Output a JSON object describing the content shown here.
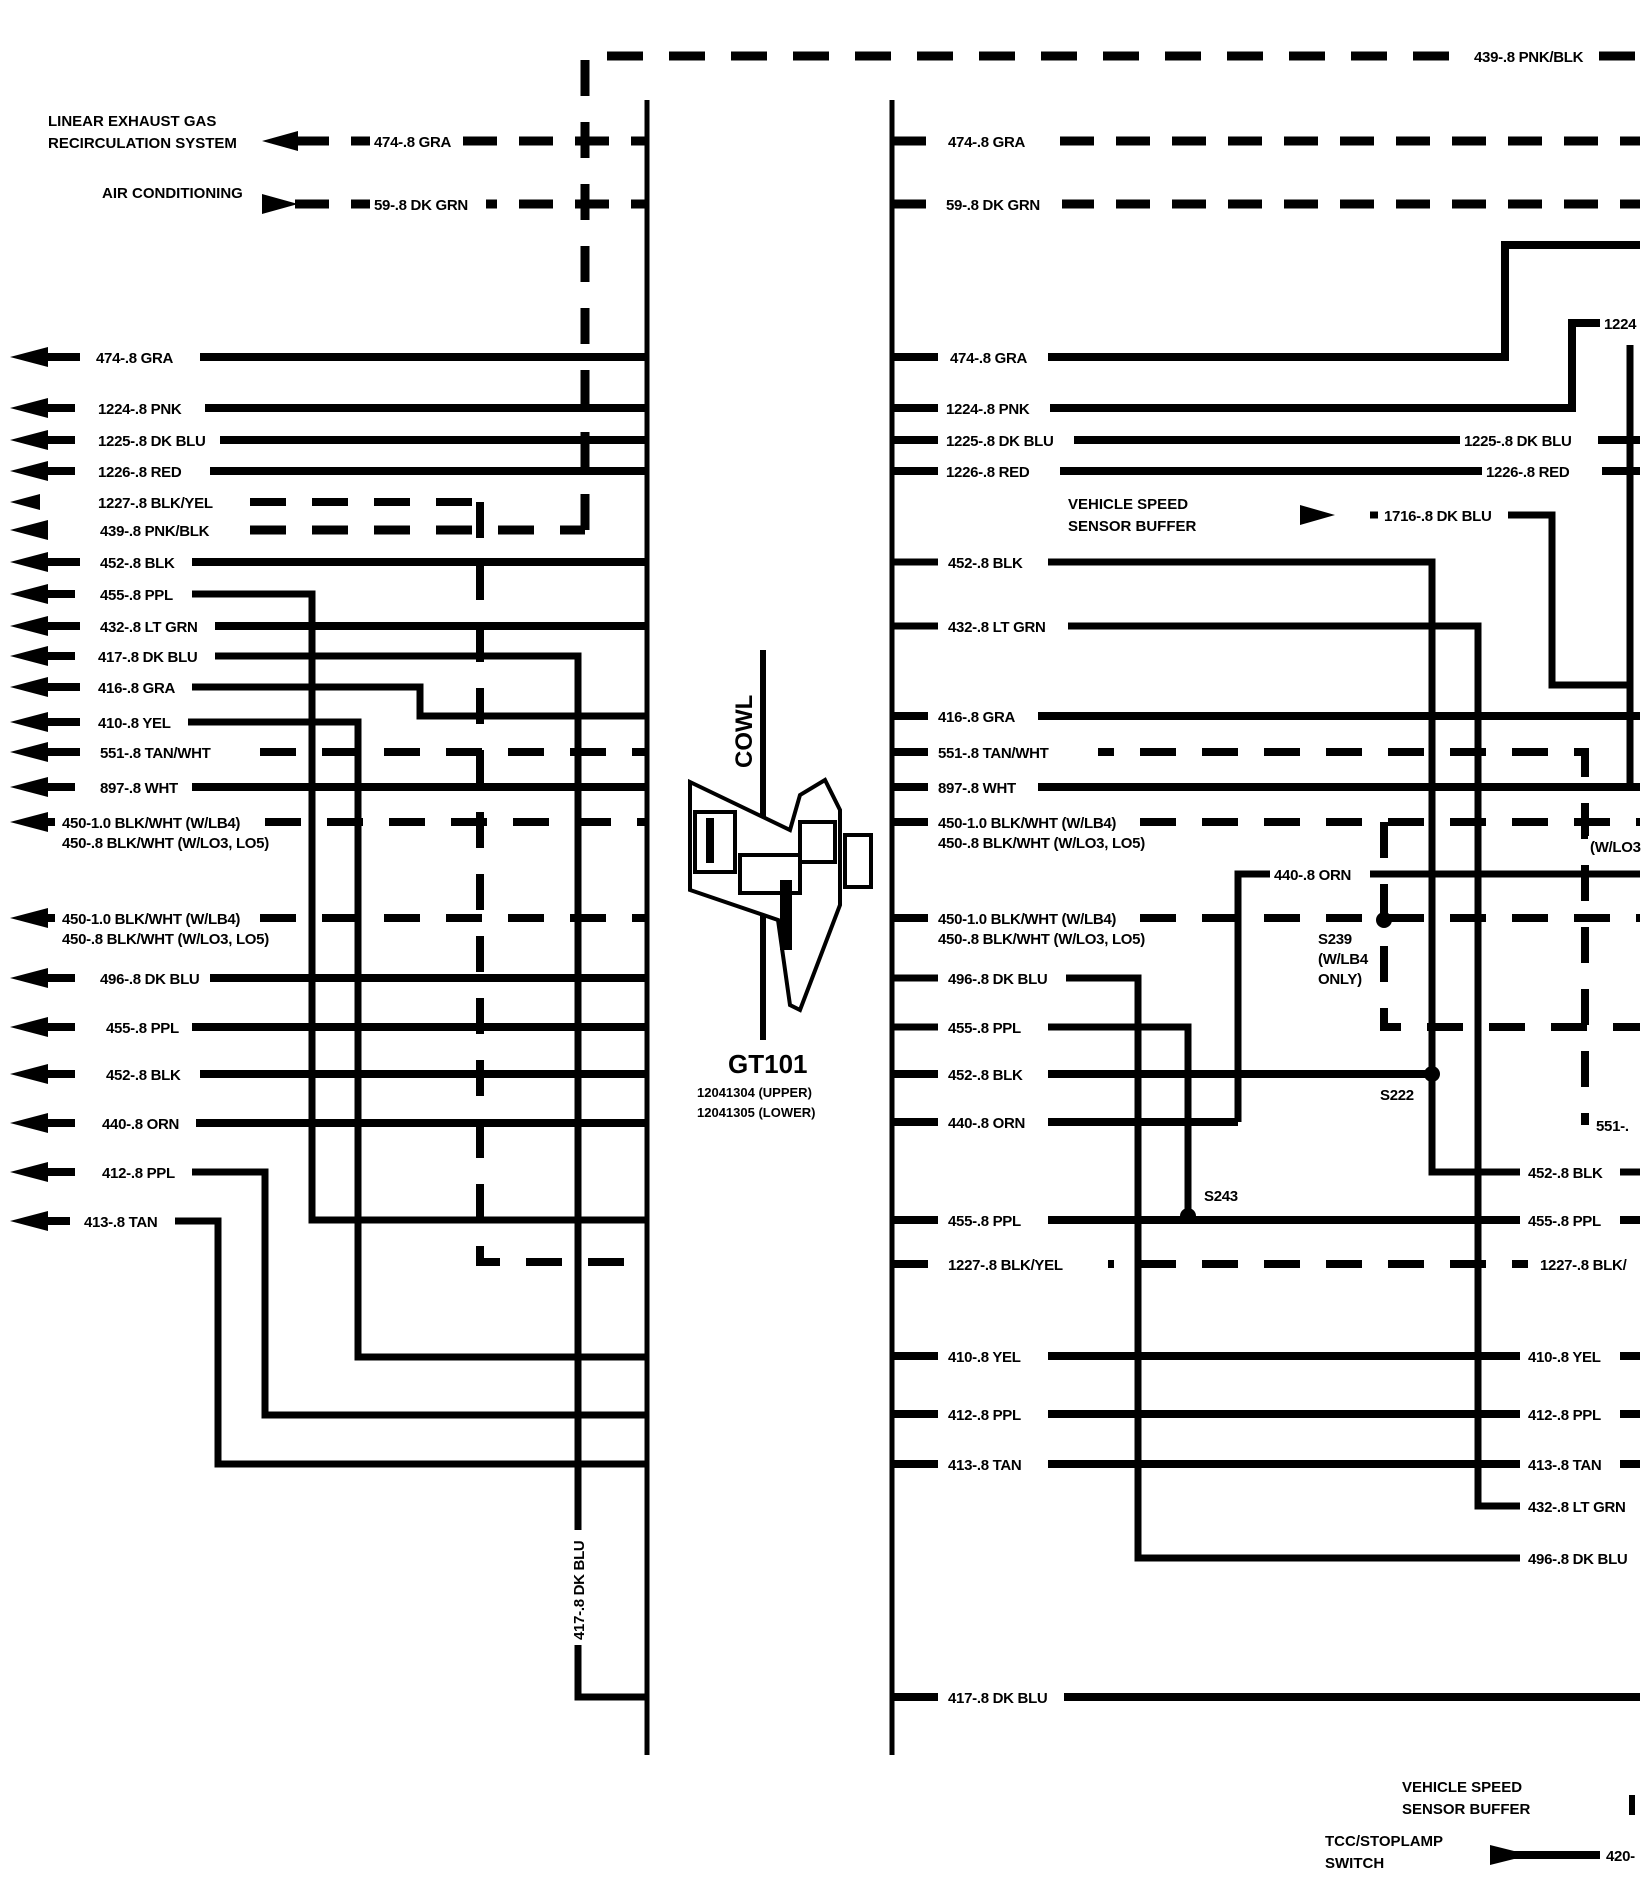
{
  "colors": {
    "ink": "#000000",
    "paper": "#ffffff"
  },
  "connector": {
    "name": "GT101",
    "part_upper": "12041304 (UPPER)",
    "part_lower": "12041305 (LOWER)",
    "cowl_label": "COWL"
  },
  "system_labels": {
    "egr_line1": "LINEAR EXHAUST GAS",
    "egr_line2": "RECIRCULATION SYSTEM",
    "air_conditioning": "AIR CONDITIONING",
    "vss_buffer_line1": "VEHICLE SPEED",
    "vss_buffer_line2": "SENSOR BUFFER",
    "vss_buffer_bottom_line1": "VEHICLE SPEED",
    "vss_buffer_bottom_line2": "SENSOR BUFFER",
    "tcc_line1": "TCC/STOPLAMP",
    "tcc_line2": "SWITCH"
  },
  "left_wires": [
    "474-.8 GRA",
    "59-.8 DK GRN",
    "474-.8 GRA",
    "1224-.8 PNK",
    "1225-.8 DK BLU",
    "1226-.8 RED",
    "1227-.8 BLK/YEL",
    "439-.8 PNK/BLK",
    "452-.8 BLK",
    "455-.8 PPL",
    "432-.8 LT GRN",
    "417-.8 DK BLU",
    "416-.8 GRA",
    "410-.8 YEL",
    "551-.8 TAN/WHT",
    "897-.8 WHT",
    "450-1.0 BLK/WHT (W/LB4)",
    "450-.8 BLK/WHT (W/LO3, LO5)",
    "450-1.0 BLK/WHT (W/LB4)",
    "450-.8 BLK/WHT (W/LO3, LO5)",
    "496-.8 DK BLU",
    "455-.8 PPL",
    "452-.8 BLK",
    "440-.8 ORN",
    "412-.8 PPL",
    "413-.8 TAN",
    "417-.8 DK BLU"
  ],
  "right_wires": [
    "439-.8 PNK/BLK",
    "474-.8 GRA",
    "59-.8 DK GRN",
    "474-.8 GRA",
    "1224-.8 PNK",
    "1225-.8 DK BLU",
    "1226-.8 RED",
    "452-.8 BLK",
    "432-.8 LT GRN",
    "416-.8 GRA",
    "551-.8 TAN/WHT",
    "897-.8 WHT",
    "450-1.0 BLK/WHT (W/LB4)",
    "450-.8 BLK/WHT (W/LO3, LO5)",
    "450-1.0 BLK/WHT (W/LB4)",
    "450-.8 BLK/WHT (W/LO3, LO5)",
    "496-.8 DK BLU",
    "455-.8 PPL",
    "452-.8 BLK",
    "440-.8 ORN",
    "455-.8 PPL",
    "1227-.8 BLK/YEL",
    "410-.8 YEL",
    "412-.8 PPL",
    "413-.8 TAN",
    "417-.8 DK BLU"
  ],
  "far_right_wires": [
    "1224",
    "1225-.8 DK BLU",
    "1226-.8 RED",
    "1716-.8 DK BLU",
    "440-.8 ORN",
    "452-.8 BLK",
    "455-.8 PPL",
    "1227-.8 BLK/",
    "410-.8 YEL",
    "412-.8 PPL",
    "413-.8 TAN",
    "432-.8 LT GRN",
    "496-.8 DK BLU",
    "551-.",
    "(W/LO3",
    "420-"
  ],
  "splices": {
    "s239_line1": "S239",
    "s239_line2": "(W/LB4",
    "s239_line3": "ONLY)",
    "s222": "S222",
    "s243": "S243"
  }
}
